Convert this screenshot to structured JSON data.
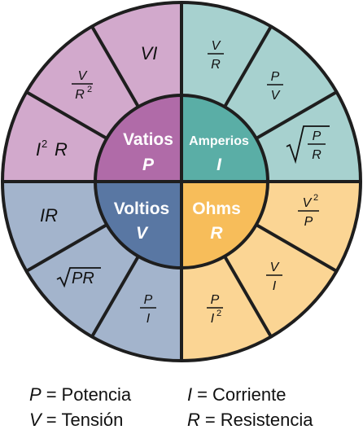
{
  "colors": {
    "watts": "#d2a9cc",
    "watts_center": "#b06ba8",
    "amps": "#a7d1cf",
    "amps_center": "#5aaea6",
    "volts": "#a3b4cc",
    "volts_center": "#5977a3",
    "ohms": "#fbd594",
    "ohms_center": "#f7bd5a",
    "stroke": "#1e1e1e"
  },
  "center": {
    "watts": {
      "name": "Vatios",
      "symbol": "P"
    },
    "amps": {
      "name": "Amperios",
      "symbol": "I"
    },
    "volts": {
      "name": "Voltios",
      "symbol": "V"
    },
    "ohms": {
      "name": "Ohms",
      "symbol": "R"
    }
  },
  "formulas": {
    "watts": [
      "VI",
      "V/R²",
      "I² R"
    ],
    "amps": [
      "V/R",
      "P/V",
      "√(P/R)"
    ],
    "ohms": [
      "V²/P",
      "V/I",
      "P/I²"
    ],
    "volts": [
      "P/I",
      "√PR",
      "IR"
    ]
  },
  "legend": {
    "p": {
      "symbol": "P",
      "eq": "=",
      "label": "Potencia"
    },
    "i": {
      "symbol": "I",
      "eq": "=",
      "label": "Corriente"
    },
    "v": {
      "symbol": "V",
      "eq": "=",
      "label": "Tensión"
    },
    "r": {
      "symbol": "R",
      "eq": "=",
      "label": "Resistencia"
    }
  }
}
